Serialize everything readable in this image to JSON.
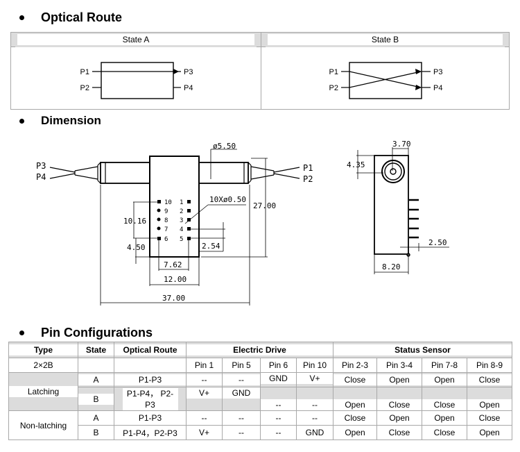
{
  "sections": {
    "optical_route": "Optical Route",
    "dimension": "Dimension",
    "pin_config": "Pin Configurations"
  },
  "optical_route": {
    "states": [
      {
        "label": "State A",
        "ports_left": [
          "P1",
          "P2"
        ],
        "ports_right": [
          "P3",
          "P4"
        ],
        "routing": "P1-P3"
      },
      {
        "label": "State B",
        "ports_left": [
          "P1",
          "P2"
        ],
        "ports_right": [
          "P3",
          "P4"
        ],
        "routing": "P1-P4, P2-P3"
      }
    ]
  },
  "dimension": {
    "ports_left": [
      "P3",
      "P4"
    ],
    "ports_right": [
      "P1",
      "P2"
    ],
    "labels": {
      "tube_diameter": "ø5.50",
      "pin_spec": "10Xø0.50",
      "height": "27.00",
      "pin_row_span": "10.16",
      "pin_offset": "4.50",
      "pin_pitch": "2.54",
      "pin_col_span": "7.62",
      "body_width": "12.00",
      "total_length": "37.00",
      "side_tube_offset": "3.70",
      "side_tube_height": "4.35",
      "pin_length": "2.50",
      "side_width": "8.20"
    },
    "pins_left": [
      "10",
      "9",
      "8",
      "7",
      "6"
    ],
    "pins_right": [
      "1",
      "2",
      "3",
      "4",
      "5"
    ]
  },
  "pin_table": {
    "headers": {
      "type": "Type",
      "state": "State",
      "optical_route": "Optical Route",
      "electric_drive": "Electric Drive",
      "status_sensor": "Status Sensor"
    },
    "type_value": "2×2B",
    "sub_headers": [
      "Pin 1",
      "Pin 5",
      "Pin 6",
      "Pin 10",
      "Pin 2-3",
      "Pin 3-4",
      "Pin 7-8",
      "Pin 8-9"
    ],
    "groups": [
      {
        "type": "Latching",
        "rows": [
          {
            "state": "A",
            "route": "P1-P3",
            "values": [
              "--",
              "--",
              "GND",
              "V+",
              "Close",
              "Open",
              "Open",
              "Close"
            ]
          },
          {
            "state": "B",
            "route": "P1-P4， P2-P3",
            "values": [
              "V+",
              "GND",
              "--",
              "--",
              "Open",
              "Close",
              "Close",
              "Open"
            ]
          }
        ]
      },
      {
        "type": "Non-latching",
        "rows": [
          {
            "state": "A",
            "route": "P1-P3",
            "values": [
              "--",
              "--",
              "--",
              "--",
              "Close",
              "Open",
              "Open",
              "Close"
            ]
          },
          {
            "state": "B",
            "route": "P1-P4，P2-P3",
            "values": [
              "V+",
              "--",
              "--",
              "GND",
              "Open",
              "Close",
              "Close",
              "Open"
            ]
          }
        ]
      }
    ]
  }
}
